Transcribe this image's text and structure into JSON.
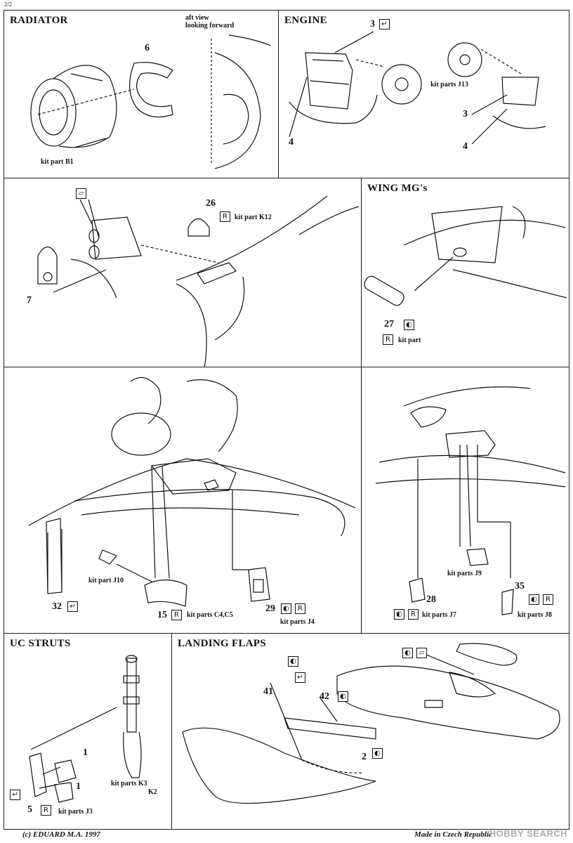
{
  "page_number": "2/2",
  "radiator": {
    "title": "RADIATOR",
    "view_note": "aft view\nlooking forward",
    "part_6": "6",
    "kit_part": "kit part  B1"
  },
  "engine": {
    "title": "ENGINE",
    "part_3a": "3",
    "part_3b": "3",
    "part_4a": "4",
    "part_4b": "4",
    "kit_parts": "kit parts  J13"
  },
  "canopy": {
    "part_26": "26",
    "kit_part": "kit part  K12",
    "part_7": "7"
  },
  "wing_mgs": {
    "title": "WING  MG's",
    "part_27": "27",
    "kit_part": "kit part"
  },
  "wheel_well_left": {
    "kit_part_j10": "kit part  J10",
    "part_32": "32",
    "part_15": "15",
    "kit_parts_c4c5": "kit parts  C4,C5",
    "part_29": "29",
    "kit_parts_j4": "kit parts  J4"
  },
  "wheel_well_right": {
    "kit_parts_j9": "kit parts  J9",
    "part_28": "28",
    "kit_parts_j7": "kit parts  J7",
    "part_35": "35",
    "kit_parts_j8": "kit parts  J8"
  },
  "uc_struts": {
    "title": "UC STRUTS",
    "part_1a": "1",
    "part_1b": "1",
    "part_5": "5",
    "kit_parts_j3": "kit parts  J3",
    "kit_parts_k3": "kit parts K3",
    "kit_parts_k2": "K2"
  },
  "landing_flaps": {
    "title": "LANDING FLAPS",
    "part_41": "41",
    "part_42": "42",
    "part_2": "2"
  },
  "footer": {
    "copyright": "(c) EDUARD  M.A. 1997",
    "made_in": "Made in Czech Republic",
    "watermark": "HOBBY SEARCH"
  },
  "icons": {
    "bend": "bend-icon",
    "remove": "remove-part-icon",
    "fold": "fold-icon",
    "half_etch": "half-etch-icon"
  }
}
